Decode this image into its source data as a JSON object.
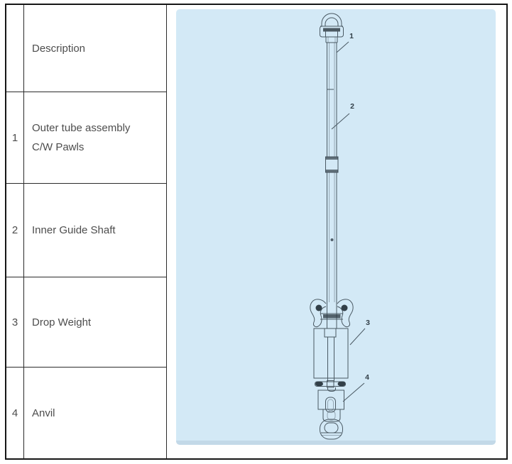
{
  "table": {
    "header_label": "Description",
    "rows": [
      {
        "num": "1",
        "description": "Outer tube assembly C/W Pawls"
      },
      {
        "num": "2",
        "description": "Inner Guide Shaft"
      },
      {
        "num": "3",
        "description": "Drop Weight"
      },
      {
        "num": "4",
        "description": "Anvil"
      }
    ]
  },
  "diagram": {
    "background_color": "#d3e9f6",
    "line_color": "#4a5963",
    "callouts": [
      {
        "label": "1"
      },
      {
        "label": "2"
      },
      {
        "label": "3"
      },
      {
        "label": "4"
      }
    ]
  }
}
